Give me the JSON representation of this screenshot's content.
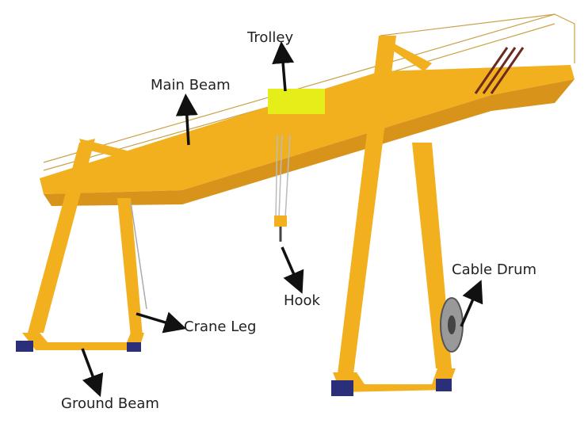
{
  "title": "Gantry Crane Components",
  "labels": {
    "trolley": "Trolley",
    "main_beam": "Main Beam",
    "hook": "Hook",
    "cable_drum": "Cable Drum",
    "crane_leg": "Crane Leg",
    "ground_beam": "Ground Beam"
  },
  "colors": {
    "crane_yellow": "#f2b01e",
    "crane_shadow": "#d8931a",
    "trolley": "#e6ee1a",
    "wheels": "#2b2f7a",
    "arrow": "#111111"
  }
}
